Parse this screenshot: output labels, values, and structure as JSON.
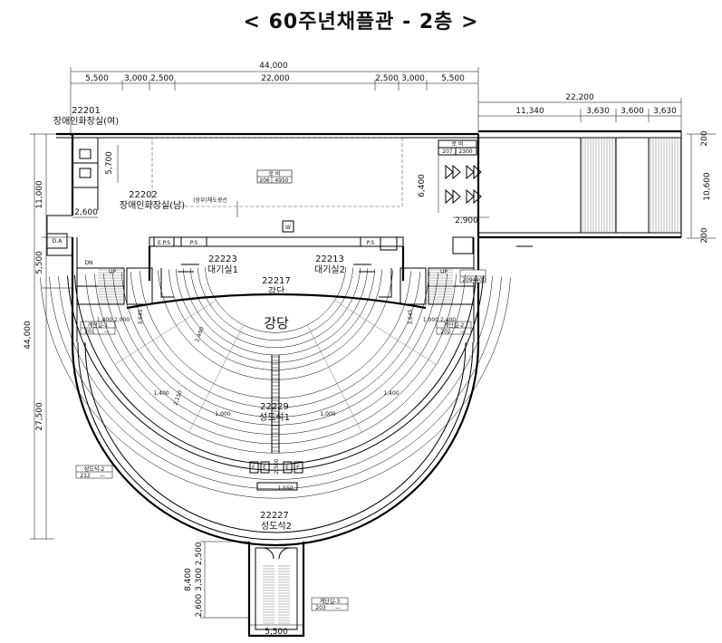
{
  "title": "< 60주년채플관 - 2층 >",
  "dims": {
    "top_total": "44,000",
    "top_segments": [
      "5,500",
      "3,000",
      "2,500",
      "22,000",
      "2,500",
      "3,000",
      "5,500"
    ],
    "right_total": "22,200",
    "right_segments": [
      "11,340",
      "3,630",
      "3,600",
      "3,630"
    ],
    "left_total": "44,000",
    "left_11000": "11,000",
    "left_5500": "5,500",
    "left_27500": "27,500",
    "restroom_5700": "5,700",
    "restroom_2600": "2,600",
    "lobby_6400": "6,400",
    "lobby_2900": "2,900",
    "right_10600": "10,600",
    "right_200a": "200",
    "right_200b": "200",
    "bottom_5500": "5,500",
    "bottom_8400": "8,400",
    "bottom_stack": "2,600 3,300 2,500",
    "stage_left": "1,400 2,000",
    "stage_right": "1,000 2,400",
    "aisle_a": "3,645",
    "aisle_b": "3,645",
    "aisle_c": "2,400",
    "seat_1000a": "1,000",
    "seat_1000b": "1,000",
    "seat_1400a": "1,400",
    "seat_1400b": "1,400",
    "seat_2150": "2,150",
    "seat_2500": "2,500",
    "seat_1550": "1,550"
  },
  "rooms": {
    "r22201_no": "22201",
    "r22201_name": "장애인화장실(여)",
    "r22202_no": "22202",
    "r22202_name": "장애인화장실(남)",
    "r22223_no": "22223",
    "r22223_name": "대기실1",
    "r22213_no": "22213",
    "r22213_name": "대기실2",
    "r22217_no": "22217",
    "r22217_name": "강단",
    "hall_name": "강당",
    "r22229_no": "22229",
    "r22229_name": "성도석1",
    "r22227_no": "22227",
    "r22227_name": "성도석2"
  },
  "tags": {
    "void_name": "로 비",
    "void_no": "206",
    "void_val": "4950",
    "lobby_name": "로 비",
    "lobby_no": "207",
    "lobby_val": "2300",
    "stair1_name": "계단실-1",
    "stair1_no": "201",
    "stair2_name": "계단실-2",
    "stair2_no": "202",
    "stair3_name": "계단실-3",
    "stair3_no": "203",
    "seat2_name": "성도석-2",
    "seat2_no": "212",
    "room209_no": "209",
    "room209_val": "4400",
    "dash": "—"
  },
  "notes": {
    "upper_void": "(상부)채도광선",
    "da": "D.A",
    "ps": "P.S",
    "eps": "E.P.S",
    "w": "W",
    "up": "UP",
    "dn": "DN",
    "e": "E"
  }
}
